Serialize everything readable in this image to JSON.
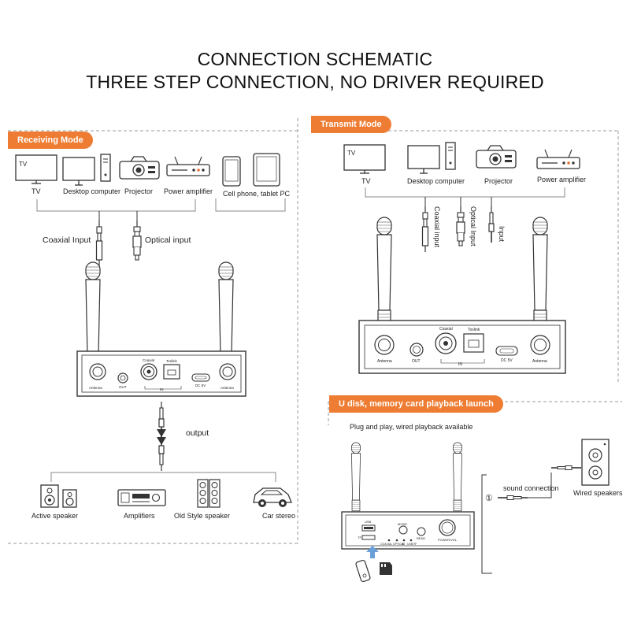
{
  "header": {
    "line1": "CONNECTION SCHEMATIC",
    "line2": "THREE STEP CONNECTION, NO DRIVER REQUIRED"
  },
  "receiving": {
    "badge": "Receiving Mode",
    "sources": [
      "TV",
      "Desktop computer",
      "Projector",
      "Power amplifier",
      "Cell phone, tablet PC"
    ],
    "tv_screen": "TV",
    "coaxial_input": "Coaxial Input",
    "optical_input": "Optical input",
    "output": "output",
    "outputs": [
      "Active speaker",
      "Amplifiers",
      "Old Style speaker",
      "Car stereo"
    ],
    "device": {
      "antenna_l": "Antenna",
      "out": "OUT",
      "coaxial": "Coaxial",
      "toslink": "Toslink",
      "in": "IN",
      "dc": "DC 5V",
      "antenna_r": "Antenna"
    }
  },
  "transmit": {
    "badge": "Transmit Mode",
    "sources": [
      "TV",
      "Desktop computer",
      "Projector",
      "Power amplifier"
    ],
    "tv_screen": "TV",
    "coaxial_input": "Coaxial input",
    "optical_input": "Optical Input",
    "input": "Input",
    "device": {
      "antenna_l": "Antenna",
      "out": "OUT",
      "coaxial": "Coaxial",
      "toslink": "Toslink",
      "in": "IN",
      "dc": "DC 5V",
      "antenna_r": "Antenna"
    }
  },
  "udisk": {
    "badge": "U disk, memory card playback launch",
    "subtitle": "Plug and play, wired playback available",
    "sound_connection": "sound connection",
    "wired_speakers": "Wired speakers",
    "step": "①",
    "device": {
      "usb": "USB",
      "tf": "TF",
      "mode": "MODE",
      "read": "READ",
      "power": "POWER/VOL",
      "coaxial": "COAXIAL",
      "opt": "OPTICAL",
      "bt": "BT",
      "usbtf": "USB/TF"
    }
  }
}
